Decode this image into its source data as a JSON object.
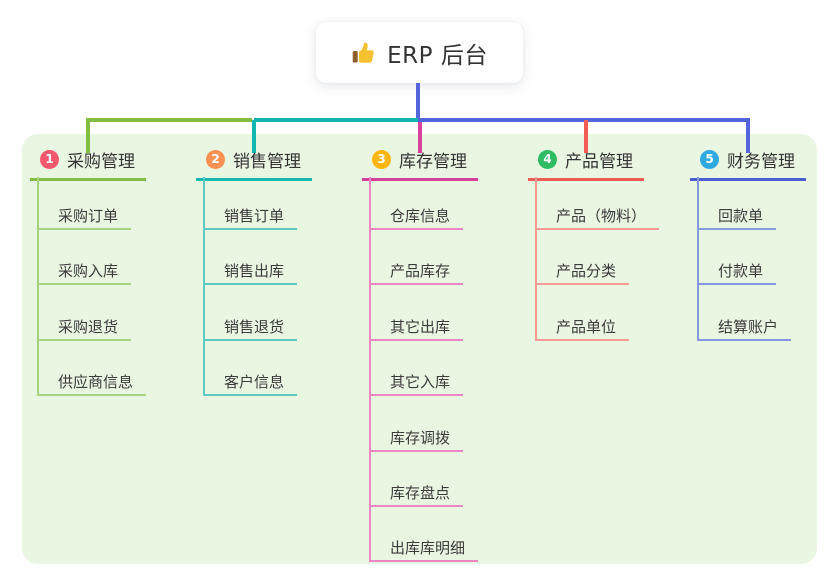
{
  "root": {
    "label": "ERP 后台",
    "icon": "thumbs-up-icon"
  },
  "colors": {
    "page_background": "#ffffff",
    "panel_background": "#E9F6E2",
    "root_connector": "#5465DC",
    "root_card_background": "#ffffff",
    "text_dark": "#333333",
    "text_item": "#3b3b3b"
  },
  "branches": [
    {
      "index": "1",
      "label": "采购管理",
      "badge_color": "#F4586E",
      "line_color": "#82BC42",
      "item_line_color": "#A6D37D",
      "items": [
        "采购订单",
        "采购入库",
        "采购退货",
        "供应商信息"
      ]
    },
    {
      "index": "2",
      "label": "销售管理",
      "badge_color": "#FB9254",
      "line_color": "#12B7B0",
      "item_line_color": "#5FC9C2",
      "items": [
        "销售订单",
        "销售出库",
        "销售退货",
        "客户信息"
      ]
    },
    {
      "index": "3",
      "label": "库存管理",
      "badge_color": "#FFB60A",
      "line_color": "#D8409C",
      "item_line_color": "#EB86C3",
      "items": [
        "仓库信息",
        "产品库存",
        "其它出库",
        "其它入库",
        "库存调拨",
        "库存盘点",
        "出库库明细"
      ]
    },
    {
      "index": "4",
      "label": "产品管理",
      "badge_color": "#2EBD62",
      "line_color": "#F15B53",
      "item_line_color": "#F79B94",
      "items": [
        "产品（物料）",
        "产品分类",
        "产品单位"
      ]
    },
    {
      "index": "5",
      "label": "财务管理",
      "badge_color": "#2FA9DF",
      "line_color": "#4A60D2",
      "item_line_color": "#8799DE",
      "items": [
        "回款单",
        "付款单",
        "结算账户"
      ]
    }
  ]
}
